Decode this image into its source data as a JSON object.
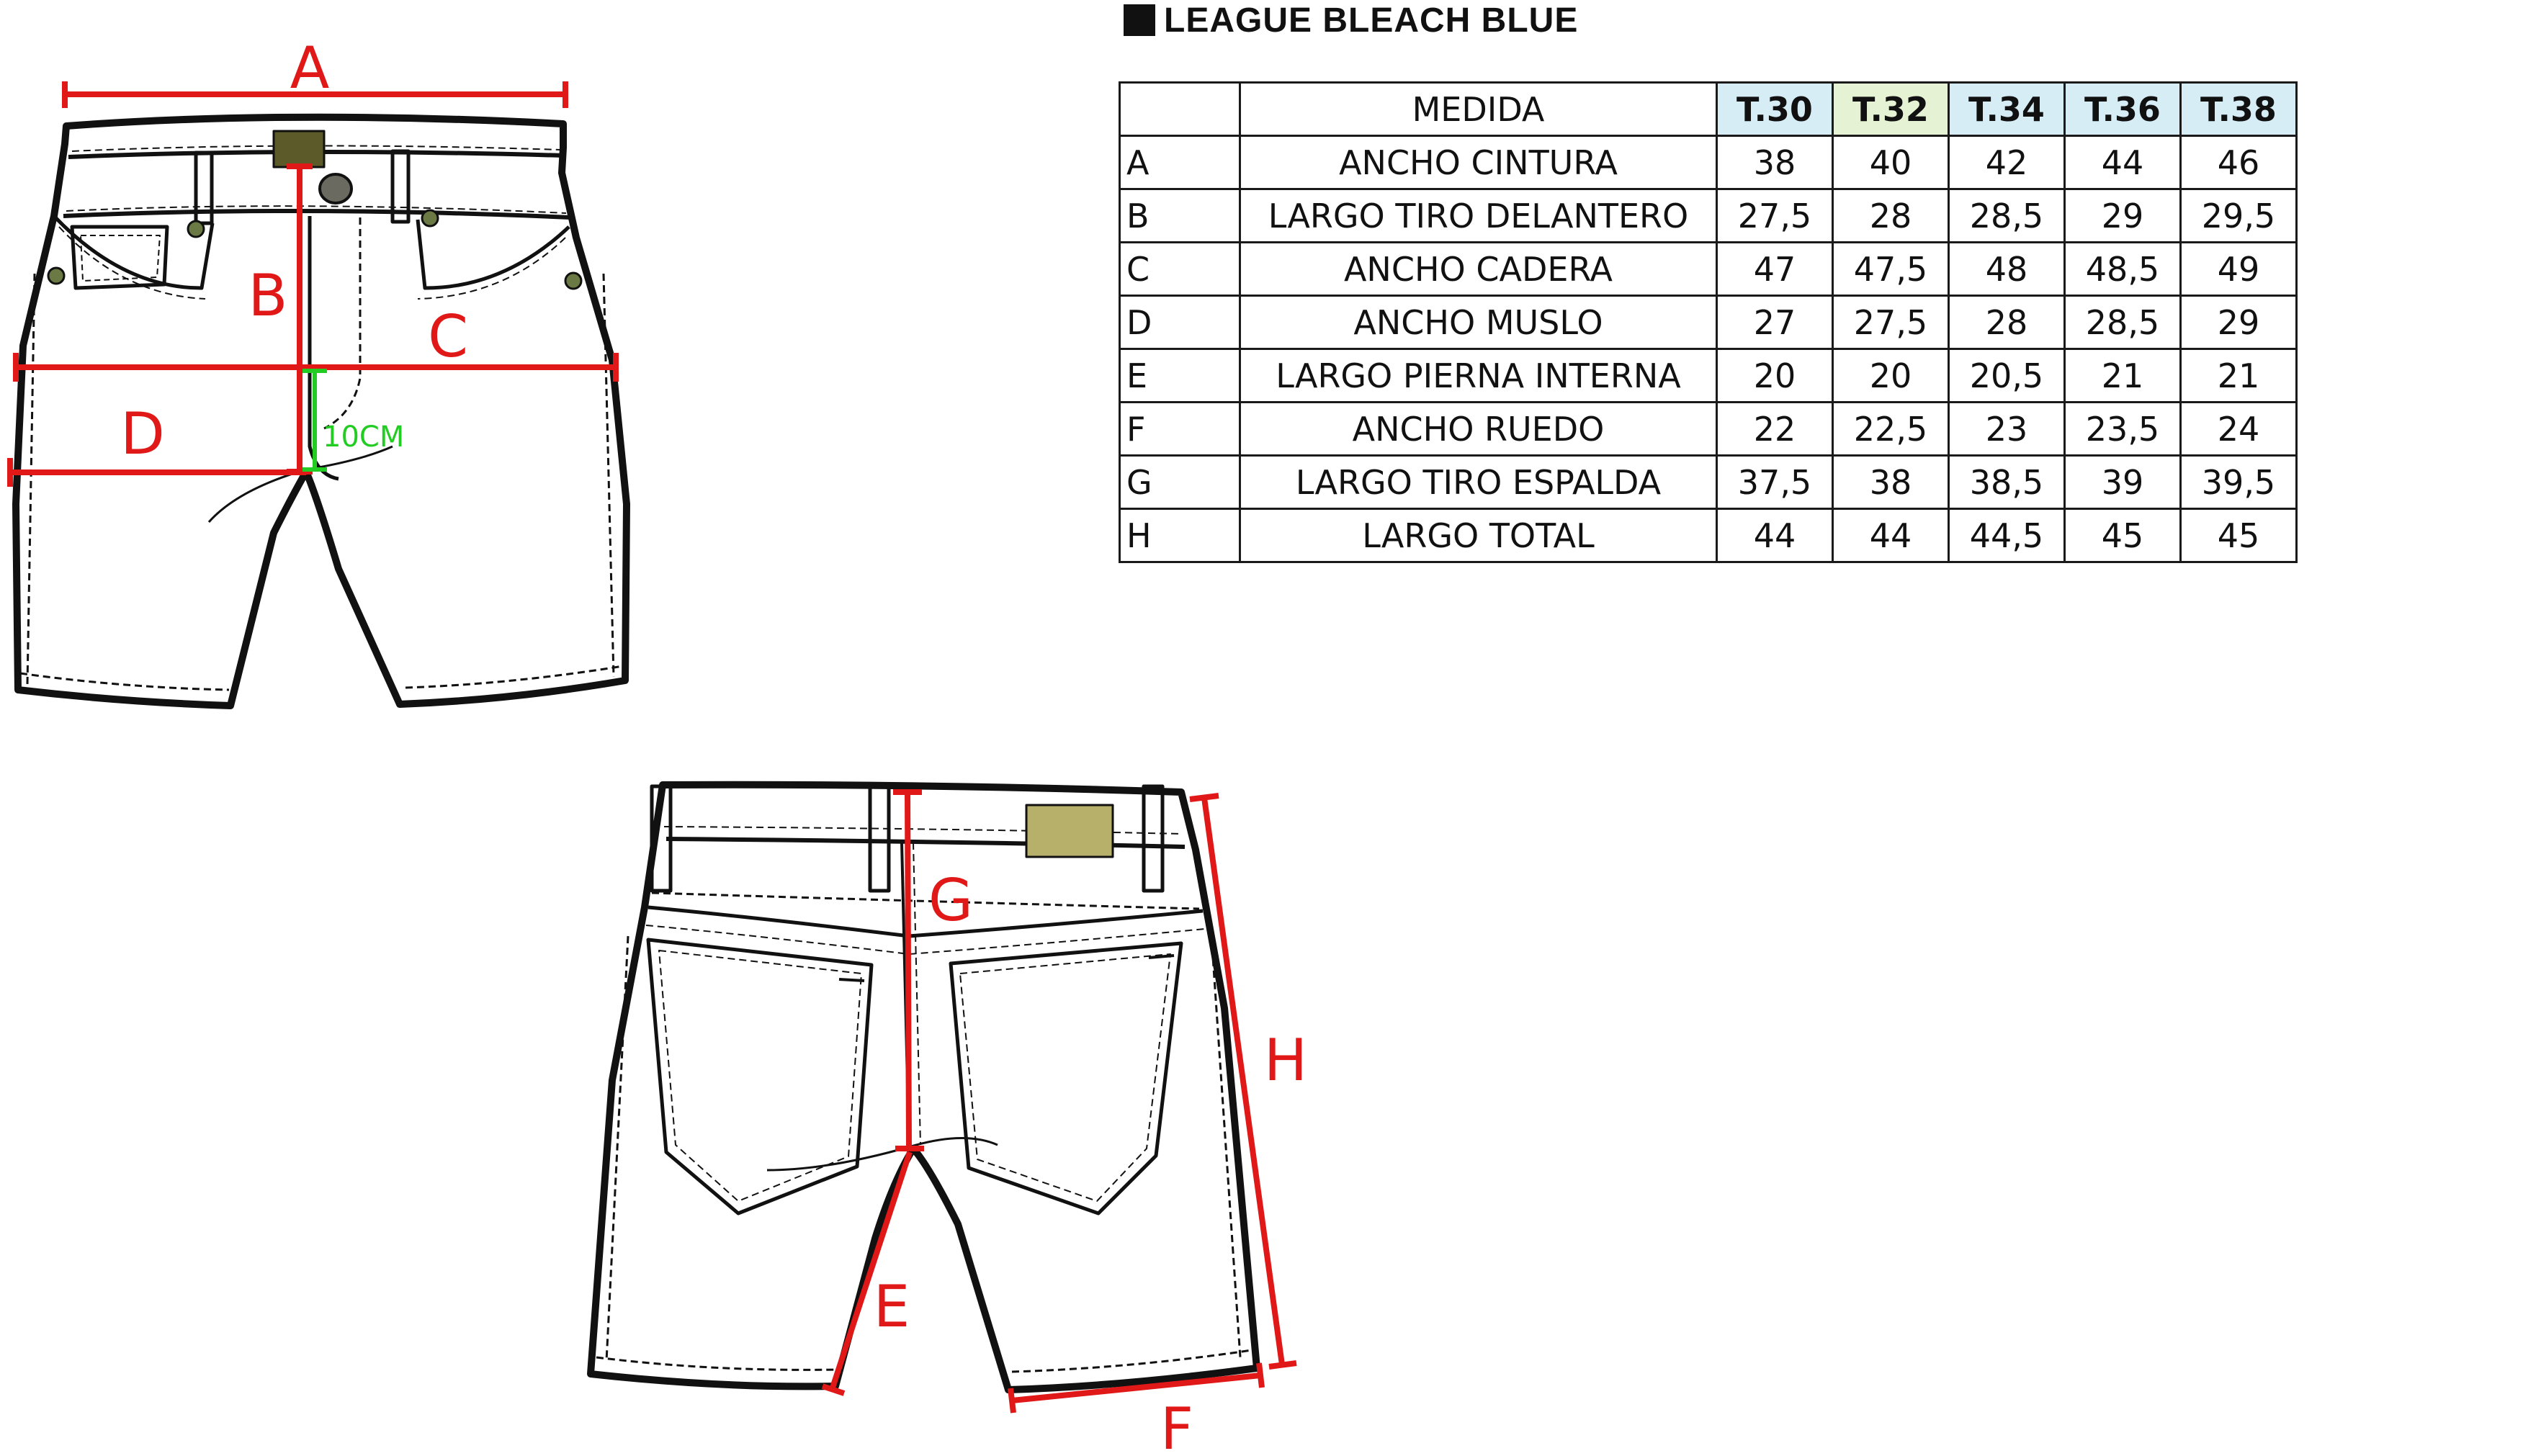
{
  "title": "LEAGUE BLEACH BLUE",
  "table": {
    "header_medida": "MEDIDA",
    "sizes": [
      "T.30",
      "T.32",
      "T.34",
      "T.36",
      "T.38"
    ],
    "size_colors": [
      "#d6edf6",
      "#e5f2d3",
      "#d6edf6",
      "#d6edf6",
      "#d6edf6"
    ],
    "rows": [
      {
        "letter": "A",
        "name": "ANCHO CINTURA",
        "values": [
          "38",
          "40",
          "42",
          "44",
          "46"
        ]
      },
      {
        "letter": "B",
        "name": "LARGO TIRO DELANTERO",
        "values": [
          "27,5",
          "28",
          "28,5",
          "29",
          "29,5"
        ]
      },
      {
        "letter": "C",
        "name": "ANCHO CADERA",
        "values": [
          "47",
          "47,5",
          "48",
          "48,5",
          "49"
        ]
      },
      {
        "letter": "D",
        "name": "ANCHO MUSLO",
        "values": [
          "27",
          "27,5",
          "28",
          "28,5",
          "29"
        ]
      },
      {
        "letter": "E",
        "name": "LARGO PIERNA INTERNA",
        "values": [
          "20",
          "20",
          "20,5",
          "21",
          "21"
        ]
      },
      {
        "letter": "F",
        "name": "ANCHO RUEDO",
        "values": [
          "22",
          "22,5",
          "23",
          "23,5",
          "24"
        ]
      },
      {
        "letter": "G",
        "name": "LARGO TIRO ESPALDA",
        "values": [
          "37,5",
          "38",
          "38,5",
          "39",
          "39,5"
        ]
      },
      {
        "letter": "H",
        "name": "LARGO TOTAL",
        "values": [
          "44",
          "44",
          "44,5",
          "45",
          "45"
        ]
      }
    ]
  },
  "front_view": {
    "labels": {
      "A": "A",
      "B": "B",
      "C": "C",
      "D": "D"
    },
    "rise_note": "10CM"
  },
  "back_view": {
    "labels": {
      "G": "G",
      "H": "H",
      "E": "E",
      "F": "F"
    }
  },
  "colors": {
    "measure": "#e01818",
    "note": "#22cc22",
    "outline": "#111111",
    "rivet": "#6b7a45"
  }
}
